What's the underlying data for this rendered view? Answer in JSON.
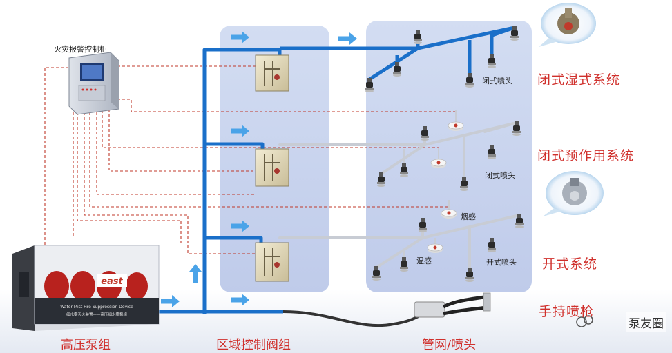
{
  "cabinet_label": "火灾报警控制柜",
  "systems": {
    "wet": "闭式湿式系统",
    "preaction": "闭式预作用系统",
    "open": "开式系统",
    "gun": "手持喷枪"
  },
  "callouts": {
    "closed_head_1": "闭式喷头",
    "closed_head_2": "闭式喷头",
    "smoke": "烟感",
    "temp": "温感",
    "open_head": "开式喷头"
  },
  "bottom": {
    "pump": "高压泵组",
    "valves": "区域控制阀组",
    "pipes": "管网/喷头"
  },
  "pump_panel": {
    "brand": "east",
    "line1": "Water Mist Fire Suppression Device",
    "line2": "细水雾灭火装置——高压细水雾泵组"
  },
  "watermark": "泵友圈",
  "colors": {
    "pipe": "#1a6fc9",
    "arrow": "#4aa3e8",
    "panel": "#c9d5ef",
    "signal": "#c0392b",
    "title_red": "#d0302c",
    "pipe_gray": "#c8ccd4"
  }
}
